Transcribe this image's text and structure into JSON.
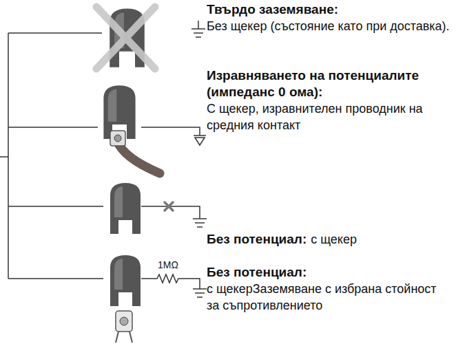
{
  "diagram": {
    "labels": [
      "Твърдо заземяване:",
      "Без щекер (състояние като при доставка).",
      "Изравняването на потенциалите (импеданс 0 ома):",
      "С щекер, изравнителен проводник на средния контакт",
      "Без потенциал:",
      "с щекер",
      "1MΩ",
      "Без потенциал:",
      "с щекерЗаземяване с избрана стойност за съпротивлението"
    ]
  }
}
